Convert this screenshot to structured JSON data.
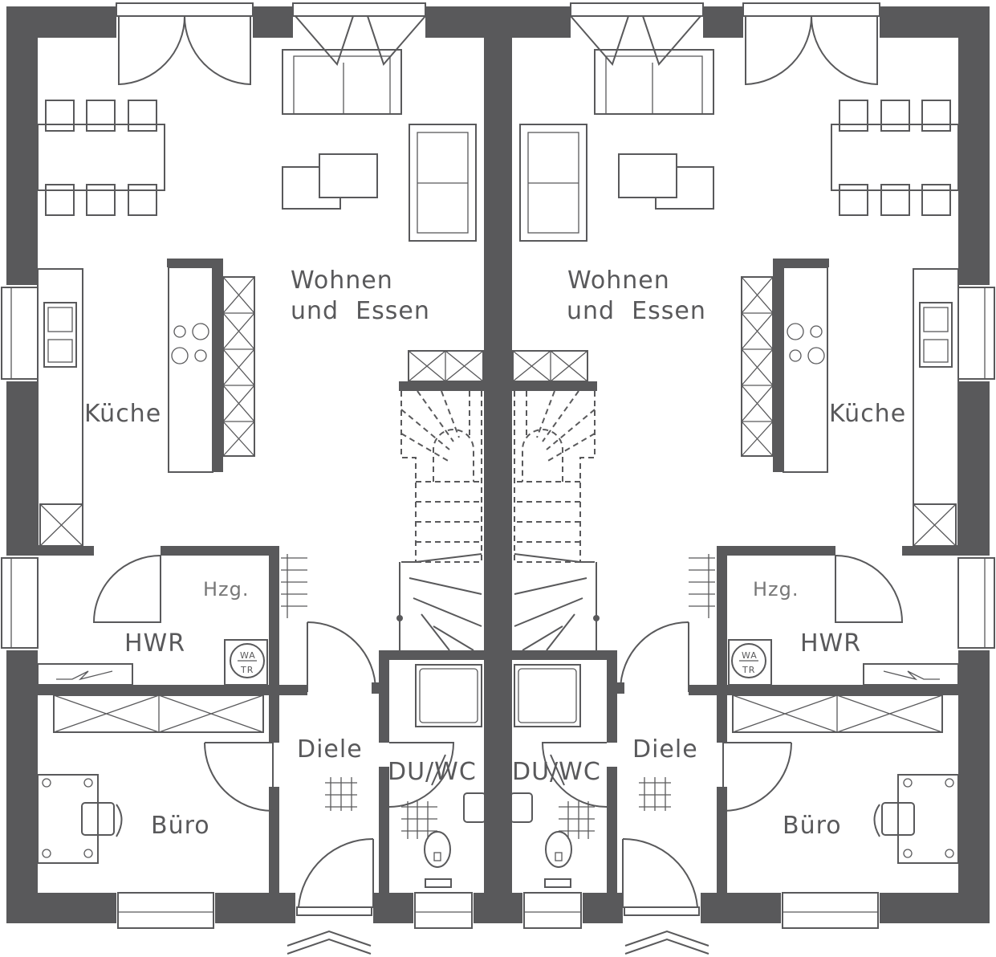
{
  "colors": {
    "wall": "#59595b",
    "background": "#ffffff"
  },
  "left_unit": {
    "rooms": {
      "living_line1": "Wohnen",
      "living_line2": "und  Essen",
      "kitchen": "Küche",
      "heating": "Hzg.",
      "utility": "HWR",
      "hall": "Diele",
      "bath": "DU/WC",
      "office": "Büro"
    },
    "washer_top": "WA",
    "washer_bottom": "TR"
  },
  "right_unit": {
    "rooms": {
      "living_line1": "Wohnen",
      "living_line2": "und  Essen",
      "kitchen": "Küche",
      "heating": "Hzg.",
      "utility": "HWR",
      "hall": "Diele",
      "bath": "DU/WC",
      "office": "Büro"
    },
    "washer_top": "WA",
    "washer_bottom": "TR"
  }
}
